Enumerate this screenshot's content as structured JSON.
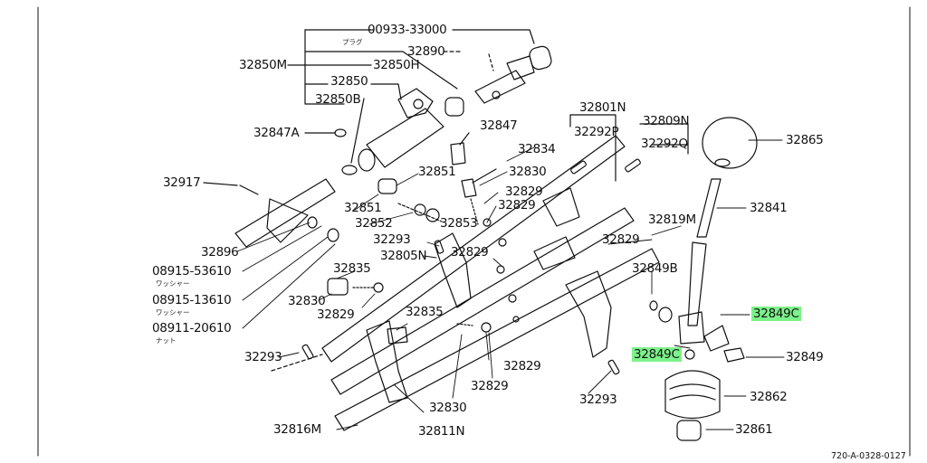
{
  "labels": {
    "l00933": "00933-33000",
    "plug": "プラグ",
    "l32890": "32890",
    "l32850M": "32850M",
    "l32850H": "32850H",
    "l32850": "32850",
    "l32850B": "32850B",
    "l32847A": "32847A",
    "l32847": "32847",
    "l32801N": "32801N",
    "l32809N": "32809N",
    "l32292P": "32292P",
    "l32292Q": "32292Q",
    "l32865": "32865",
    "l32834": "32834",
    "l32917": "32917",
    "l32851a": "32851",
    "l32830a": "32830",
    "l32829a": "32829",
    "l32829b": "32829",
    "l32851b": "32851",
    "l32853": "32853",
    "l32852": "32852",
    "l32819M": "32819M",
    "l32841": "32841",
    "l32896": "32896",
    "l32293a": "32293",
    "l32805N": "32805N",
    "l32829c": "32829",
    "l32829d": "32829",
    "l08915a": "08915-53610",
    "washer": "ワッシャー",
    "l32835a": "32835",
    "l32849B": "32849B",
    "l08915b": "08915-13610",
    "washer2": "ワッシャー",
    "l32830b": "32830",
    "l32849C1": "32849C",
    "l32829e": "32829",
    "l32835b": "32835",
    "l08911": "08911-20610",
    "nut": "ナット",
    "l32849C2": "32849C",
    "l32849": "32849",
    "l32293b": "32293",
    "l32829f": "32829",
    "l32829g": "32829",
    "l32862": "32862",
    "l32293c": "32293",
    "l32830c": "32830",
    "l32816M": "32816M",
    "l32811N": "32811N",
    "l32861": "32861",
    "footer": "720-A-0328-0127"
  },
  "highlight_color": "#7cf28a"
}
